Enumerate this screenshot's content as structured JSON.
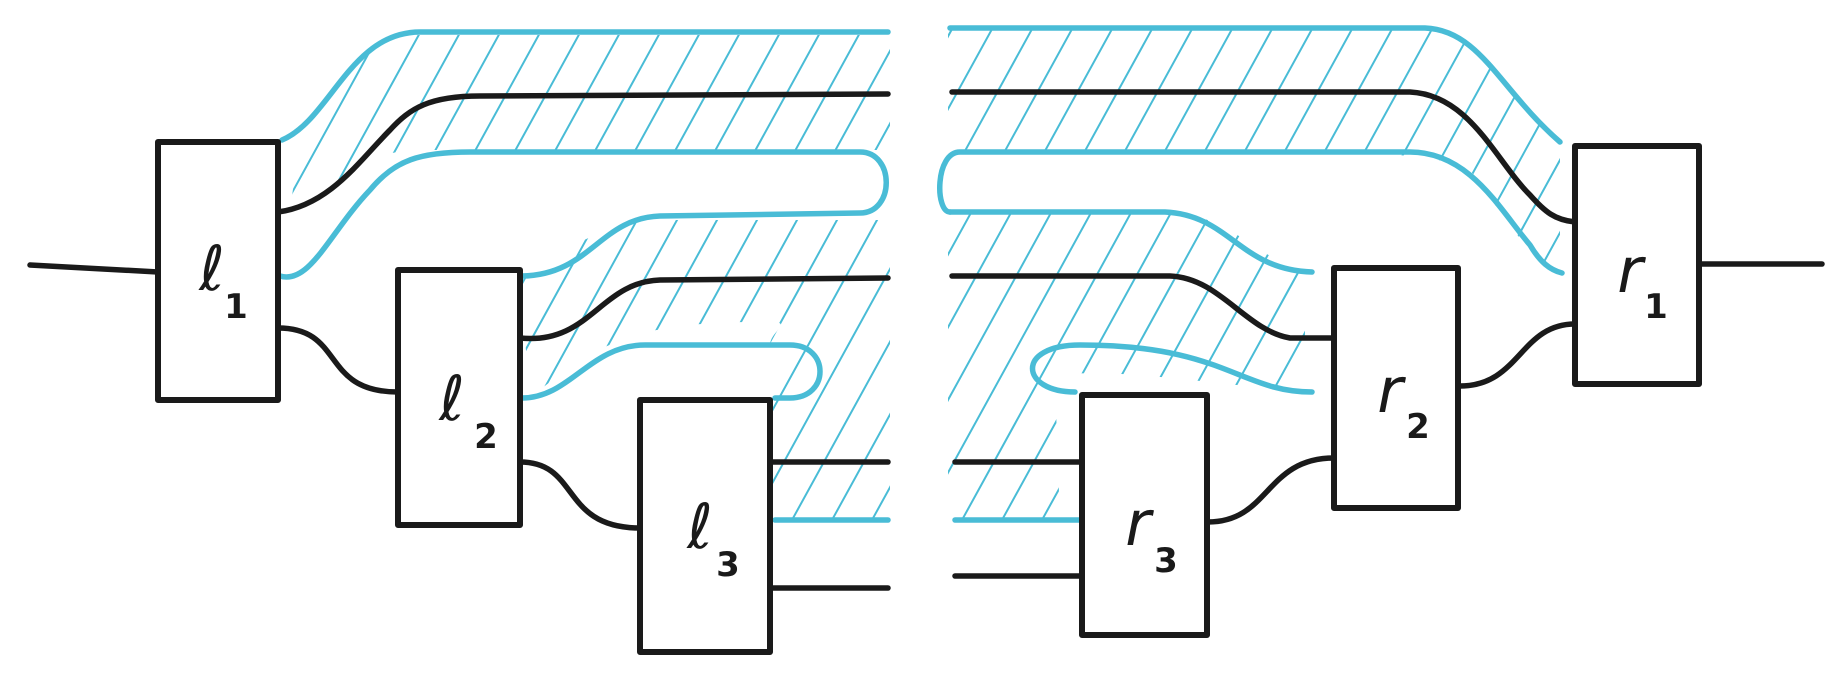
{
  "colors": {
    "ink": "#1a1a1a",
    "accent": "#49bcd6"
  },
  "boxes": {
    "l1": {
      "letter": "ℓ",
      "sub": "1"
    },
    "l2": {
      "letter": "ℓ",
      "sub": "2"
    },
    "l3": {
      "letter": "ℓ",
      "sub": "3"
    },
    "r1": {
      "letter": "r",
      "sub": "1"
    },
    "r2": {
      "letter": "r",
      "sub": "2"
    },
    "r3": {
      "letter": "r",
      "sub": "3"
    }
  }
}
